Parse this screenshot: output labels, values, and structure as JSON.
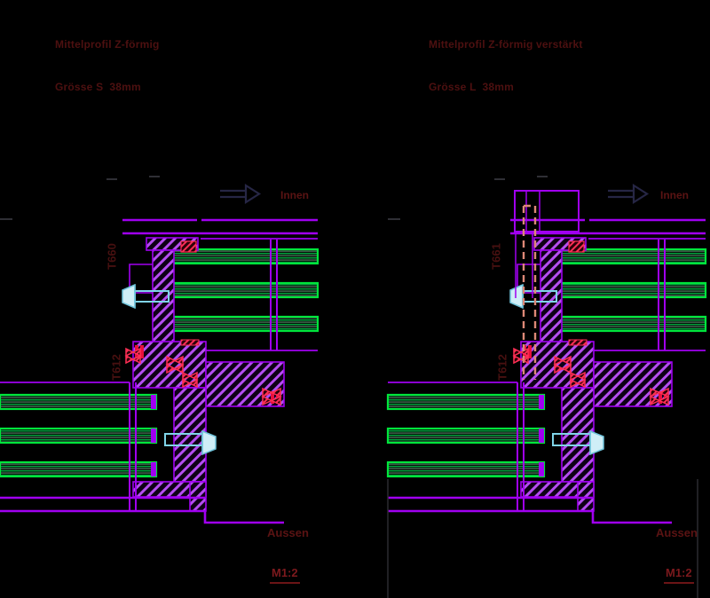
{
  "viewport": {
    "kind": "cad-drawing-view"
  },
  "drawings": [
    {
      "id": "left",
      "title_line1": "Mittelprofil Z-förmig",
      "title_line2": "Grösse S  38mm",
      "direction_label": "Innen",
      "outside_label": "Aussen",
      "scale_label": "M1:2",
      "article_top": "T660",
      "article_mid": "T612"
    },
    {
      "id": "right",
      "title_line1": "Mittelprofil Z-förmig verstärkt",
      "title_line2": "Grösse L  38mm",
      "direction_label": "Innen",
      "outside_label": "Aussen",
      "scale_label": "M1:2",
      "article_top": "T661",
      "article_mid": "T612"
    }
  ],
  "colors": {
    "background": "#000000",
    "profile_magenta": "#a000f0",
    "hatch_magenta": "#b44df0",
    "panel_green": "#00e53c",
    "gasket_red": "#ff2f55",
    "screw_cyan": "#7fd4e8",
    "reinforcement_salmon": "#dd8877",
    "arrow_navy": "#262645",
    "label_maroon": "#521111",
    "scale_red": "#78161a",
    "frame_gray": "#2f2f35"
  }
}
